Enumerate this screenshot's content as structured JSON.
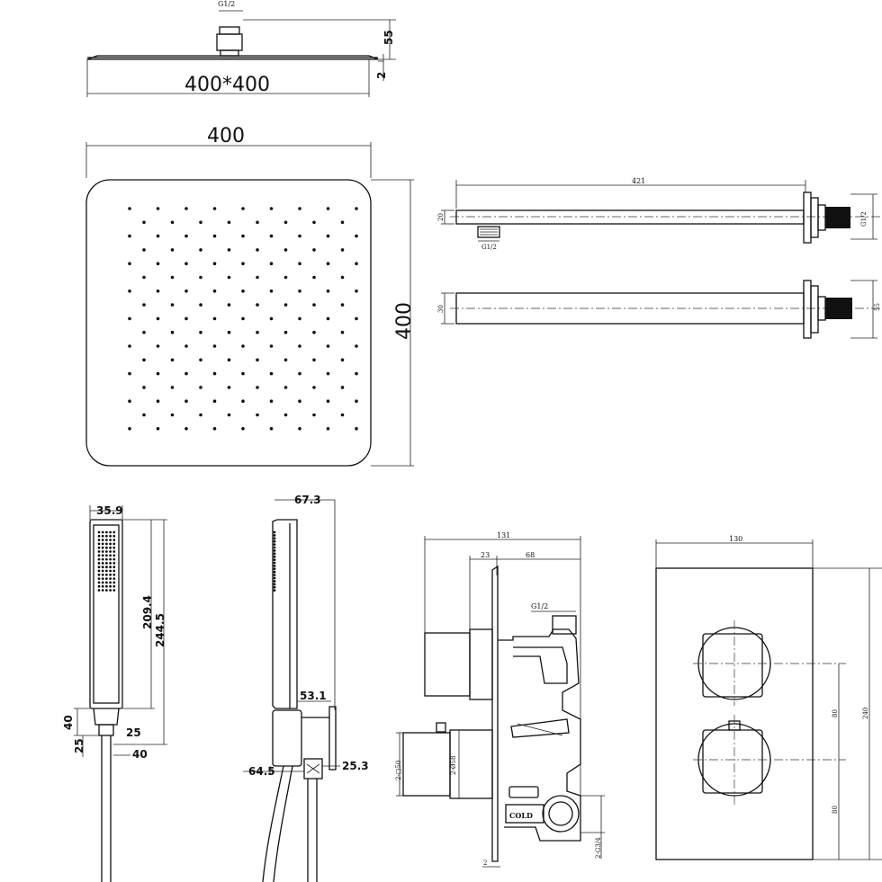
{
  "shower_head_side": {
    "thread": "G1/2",
    "height": "55",
    "thickness": "2",
    "size": "400*400"
  },
  "shower_head_top": {
    "width": "400",
    "height": "400"
  },
  "shower_arm": {
    "length": "421",
    "dia": "20",
    "thread_outlet": "G1/2",
    "thread_inlet": "G1/2",
    "depth": "30",
    "flange": "55"
  },
  "hand_shower_front": {
    "width": "35.9",
    "len1": "209.4",
    "len2": "244.5",
    "d40": "40",
    "d25a": "25",
    "d25b": "25",
    "d40b": "40"
  },
  "hand_shower_side": {
    "depth": "67.3",
    "holder": "53.1",
    "d64": "64.5",
    "d25": "25.3"
  },
  "valve_side": {
    "total": "131",
    "d23": "23",
    "d68": "68",
    "inlet": "G1/2",
    "sq50": "2-□50",
    "dia58": "2-Ø58",
    "outlet": "2-G3/4",
    "plate": "2",
    "cold": "COLD"
  },
  "valve_front": {
    "width": "130",
    "d80a": "80",
    "d80b": "80",
    "height": "240"
  }
}
